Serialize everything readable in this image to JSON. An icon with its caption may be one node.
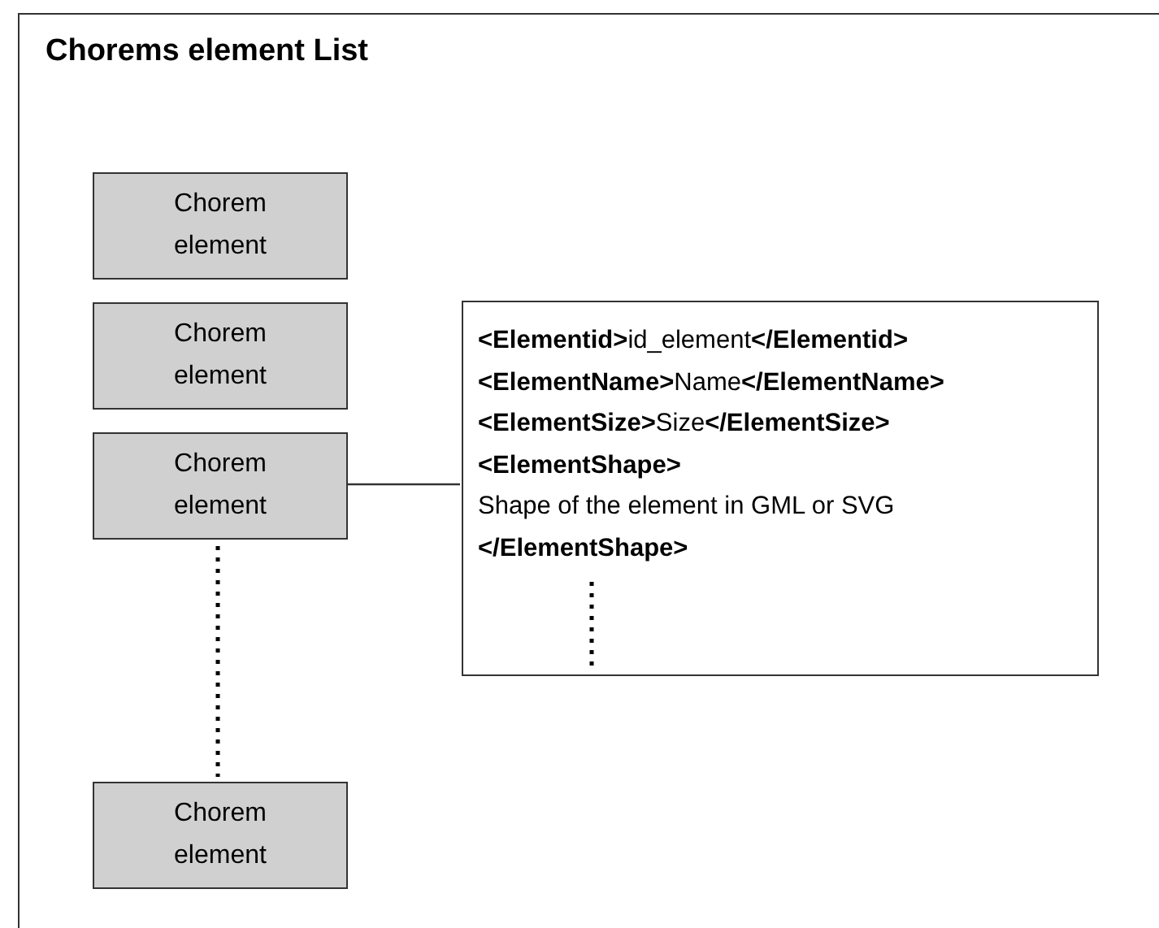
{
  "diagram": {
    "nodes": [
      {
        "text": [
          "Chorems element List"
        ]
      },
      {
        "text": [
          "Chorem element"
        ],
        "in": 0
      },
      {
        "text": [
          "Chorem element"
        ],
        "in": 0
      },
      {
        "text": [
          "Chorem element"
        ],
        "in": 0
      },
      {
        "text": [
          "Chorem element"
        ],
        "in": 0
      },
      {
        "text": [
          "**<Elementid>**id_element**</Elementid>**",
          "**<ElementName>**Name**</ElementName>**",
          "**<ElementSize>**Size**</ElementSize>**",
          "<ElementShape>",
          "Shape of the element in GML or SVG",
          "</ElementShape>"
        ],
        "in": 0
      }
    ],
    "edges": [
      {
        "from": 3,
        "to": 5,
        "arrow": "none"
      }
    ]
  }
}
